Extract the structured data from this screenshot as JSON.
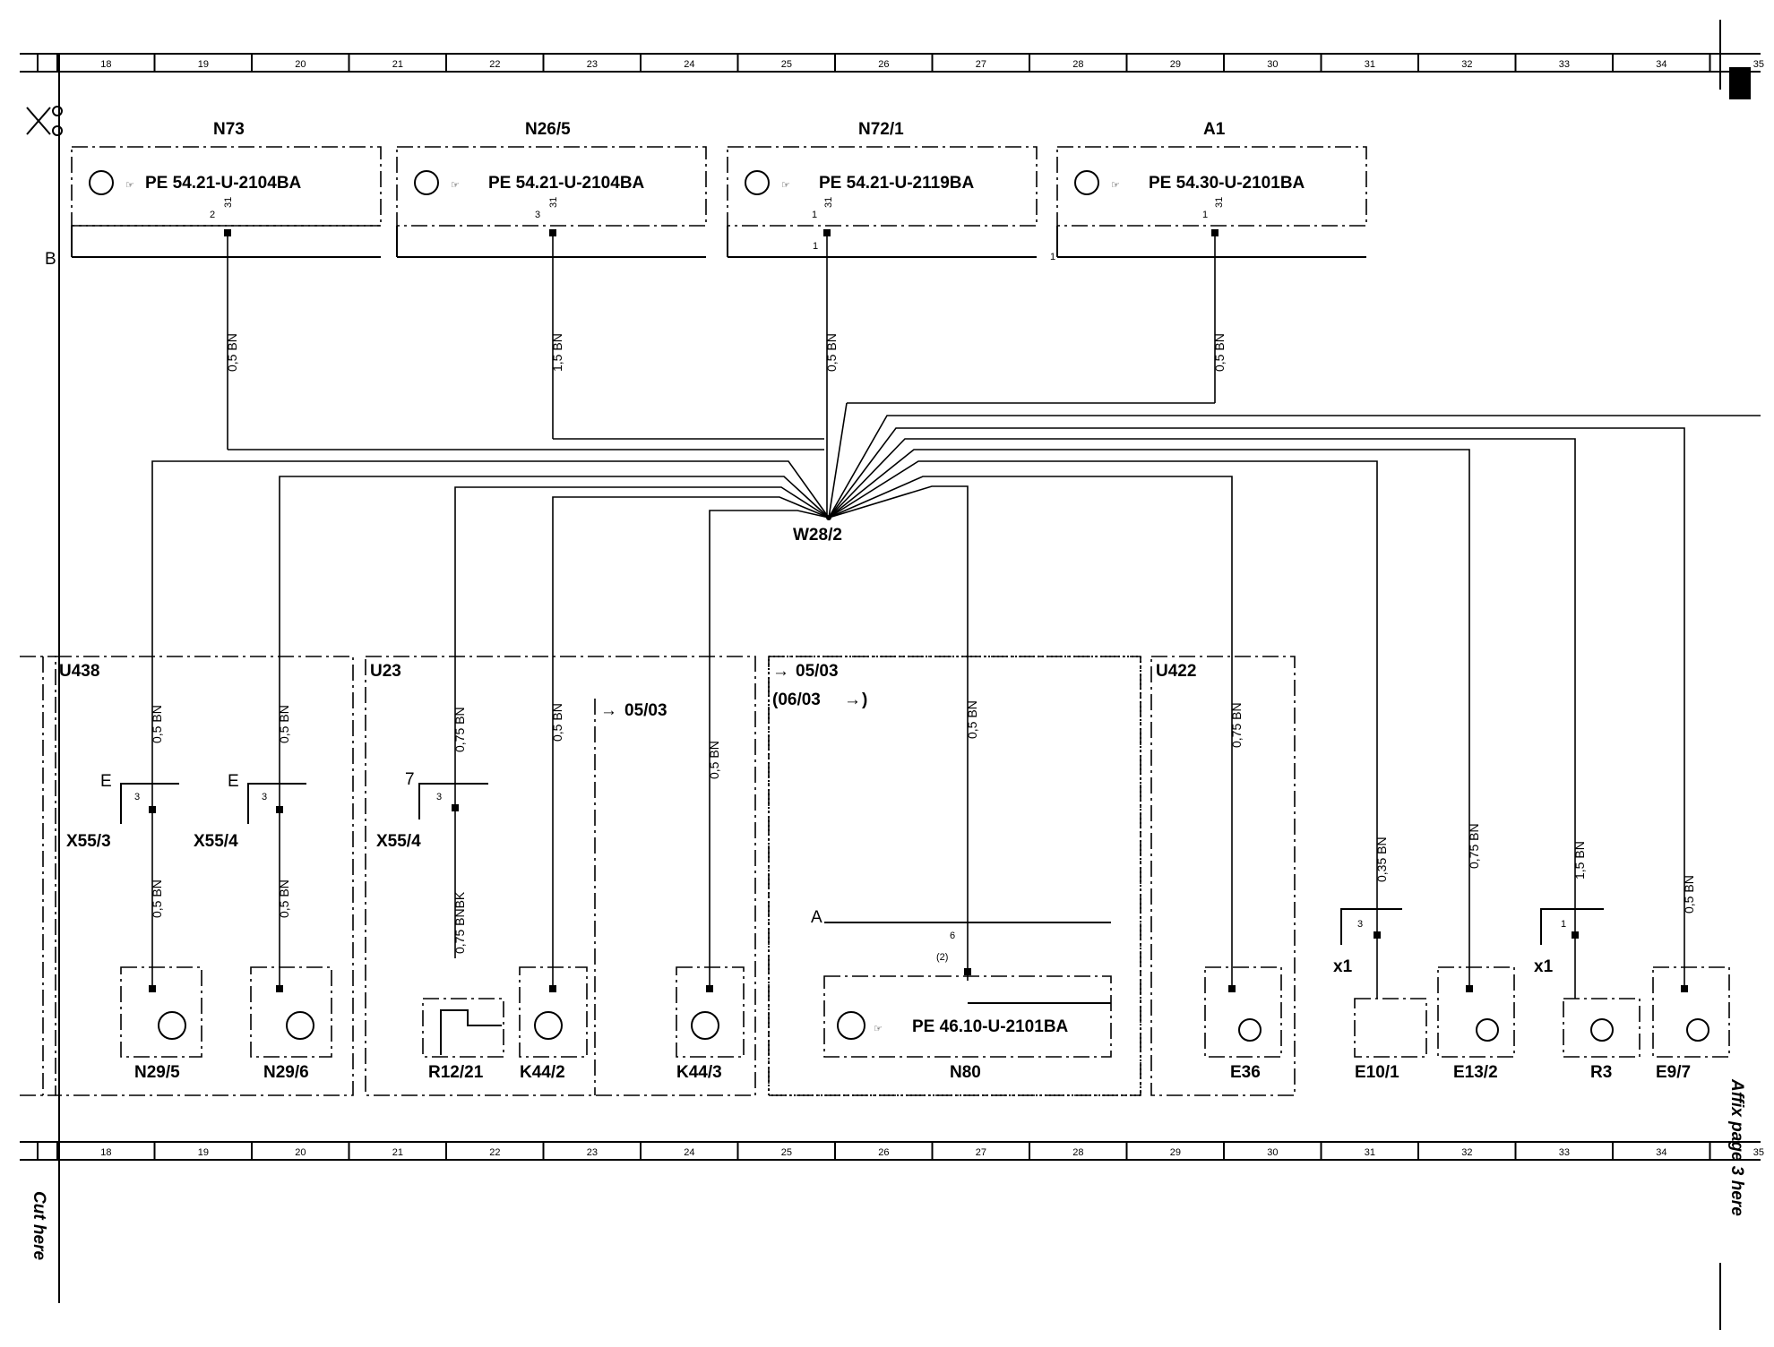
{
  "grid_labels": [
    "18",
    "19",
    "20",
    "21",
    "22",
    "23",
    "24",
    "25",
    "26",
    "27",
    "28",
    "29",
    "30",
    "31",
    "32",
    "33",
    "34",
    "35"
  ],
  "row_label": "B",
  "top_components": [
    {
      "id": "N73",
      "ref": "PE 54.21-U-2104BA",
      "pin": "2",
      "pin_top": "31",
      "wire": "0,5 BN"
    },
    {
      "id": "N26/5",
      "ref": "PE 54.21-U-2104BA",
      "pin": "3",
      "pin_top": "31",
      "wire": "1,5 BN"
    },
    {
      "id": "N72/1",
      "ref": "PE 54.21-U-2119BA",
      "pin": "1",
      "pin_top": "31",
      "wire": "0,5 BN"
    },
    {
      "id": "A1",
      "ref": "PE 54.30-U-2101BA",
      "pin": "1",
      "pin_top": "31",
      "wire": "0,5 BN"
    }
  ],
  "splice": "W28/2",
  "groups": {
    "u438": "U438",
    "u23": "U23",
    "u422": "U422",
    "n80_note1": "05/03",
    "n80_note2": "(06/03",
    "n80_note2b": ")",
    "u23_note": "05/03"
  },
  "bottom": {
    "wires": {
      "w1": "0,5 BN",
      "w2": "0,5 BN",
      "w3": "0,75 BN",
      "w4": "0,5 BN",
      "w5": "0,5 BN",
      "w6": "0,5 BN",
      "w7": "0,75 BN",
      "w8": "0,35 BN",
      "w9": "0,75 BN",
      "w10": "1,5 BN",
      "w11": "0,5 BN",
      "w1b": "0,5 BN",
      "w2b": "0,5 BN",
      "w3b": "0,75 BNBK"
    },
    "connectors": {
      "x55_3": "X55/3",
      "x55_4a": "X55/4",
      "x55_4b": "X55/4",
      "x1a": "x1",
      "x1b": "x1",
      "e1": "E",
      "e2": "E",
      "seven": "7",
      "three": "3",
      "one": "1",
      "a": "A",
      "six": "6",
      "two_paren": "(2)"
    },
    "components": {
      "n29_5": "N29/5",
      "n29_6": "N29/6",
      "r12_21": "R12/21",
      "k44_2": "K44/2",
      "k44_3": "K44/3",
      "n80": "N80",
      "e36": "E36",
      "e10_1": "E10/1",
      "e13_2": "E13/2",
      "r3": "R3",
      "e9_7": "E9/7"
    },
    "n80_ref": "PE 46.10-U-2101BA"
  },
  "margin": {
    "cut_here": "Cut here",
    "affix": "Affix page 3 here"
  }
}
